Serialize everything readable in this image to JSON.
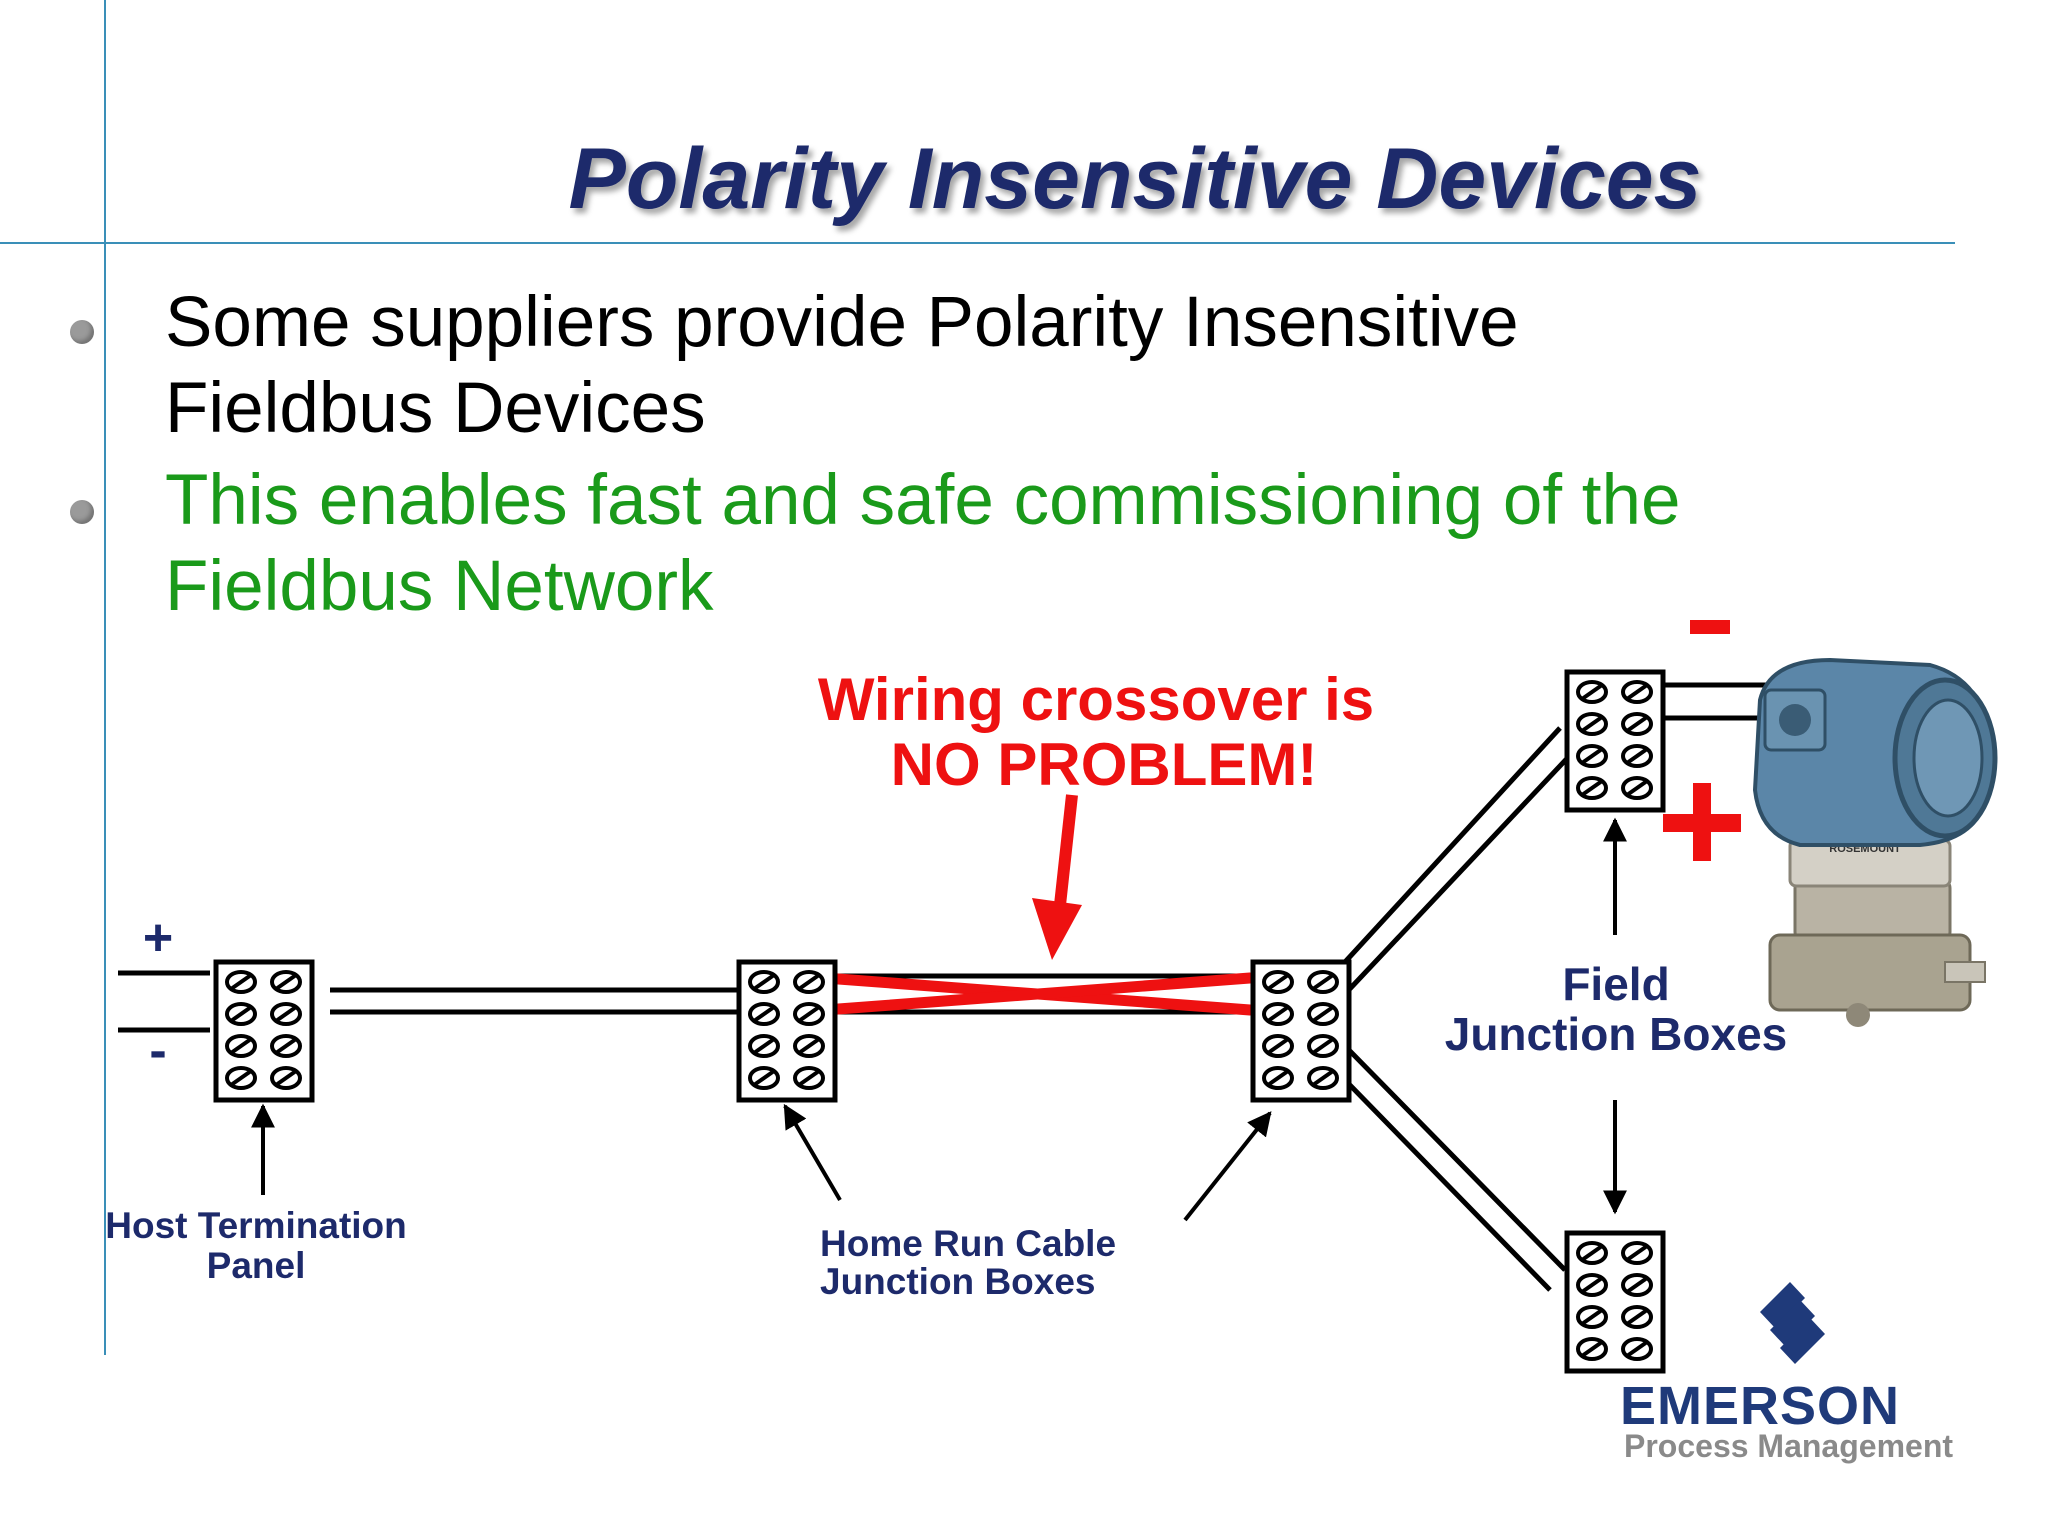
{
  "slide": {
    "title": "Polarity Insensitive Devices",
    "bullets": [
      {
        "line1": "Some suppliers provide Polarity Insensitive",
        "line2": "Fieldbus Devices",
        "color": "#000000"
      },
      {
        "line1": "This enables fast and safe commissioning of the",
        "line2": "Fieldbus Network",
        "color": "#1a9a1a"
      }
    ]
  },
  "diagram": {
    "crossover_line1": "Wiring crossover is",
    "crossover_line2": "NO PROBLEM!",
    "host_plus": "+",
    "host_minus": "-",
    "host_label_line1": "Host Termination",
    "host_label_line2": "Panel",
    "homerun_label_line1": "Home Run Cable",
    "homerun_label_line2": "Junction Boxes",
    "field_label_line1": "Field",
    "field_label_line2": "Junction Boxes",
    "device_minus": "-",
    "device_plus": "+",
    "device_brand_plate": "ROSEMOUNT",
    "colors": {
      "label": "#1d2a6b",
      "alert": "#ee1111",
      "device": "#5b86a8"
    }
  },
  "logo": {
    "brand": "EMERSON",
    "subtitle": "Process Management"
  },
  "icons": [
    "terminal-block-icon",
    "pressure-transmitter-icon",
    "emerson-logo-icon"
  ]
}
